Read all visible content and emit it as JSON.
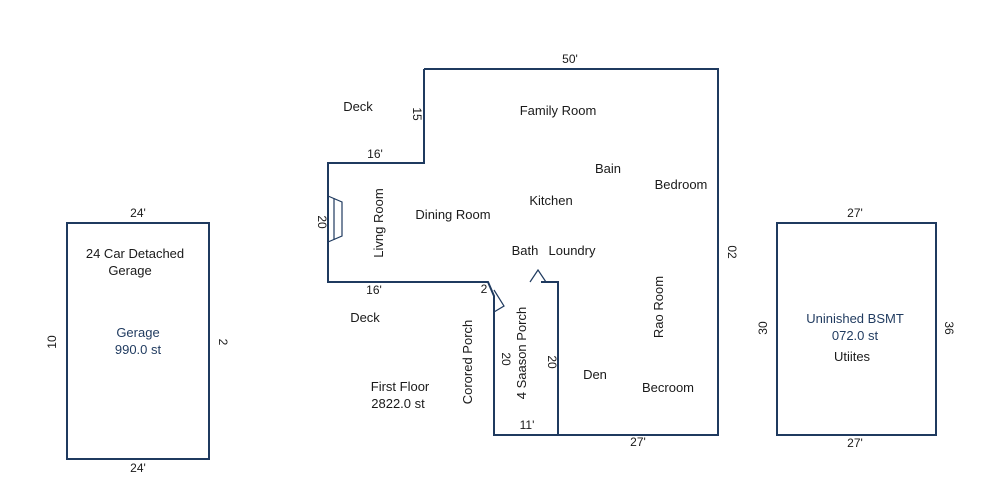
{
  "garage": {
    "dim_top": "24'",
    "dim_bottom": "24'",
    "dim_left": "10",
    "dim_right": "2",
    "title_line1": "24 Car Detached",
    "title_line2": "Gerage",
    "area_name": "Gerage",
    "area_value": "990.0 st"
  },
  "house": {
    "dim_top": "50'",
    "dim_notch_vertical": "15",
    "dim_notch_top": "16'",
    "dim_left": "20",
    "dim_left_bottom": "16'",
    "dim_right": "02",
    "dim_bottom_right": "27'",
    "dim_porch_top": "2",
    "dim_porch_bottom": "11'",
    "dim_porch_inner_left": "20",
    "dim_porch_inner_right": "20",
    "rooms": {
      "family_room": "Family Room",
      "bain": "Bain",
      "bedroom_top": "Bedroom",
      "kitchen": "Kitchen",
      "dining_room": "Dining Room",
      "living_room": "Livng Room",
      "bath": "Bath",
      "laundry": "Loundry",
      "rao_room": "Rao Room",
      "den": "Den",
      "bedroom_bottom": "Becroom",
      "covered_porch": "Corored Porch",
      "season_porch": "4 Saason Porch"
    },
    "deck_top": "Deck",
    "deck_bottom": "Deck",
    "floor_name": "First Floor",
    "floor_area": "2822.0 st"
  },
  "basement": {
    "dim_top": "27'",
    "dim_bottom": "27'",
    "dim_left": "30",
    "dim_right": "36",
    "title": "Uninished BSMT",
    "area": "072.0 st",
    "sub": "Utiites"
  }
}
